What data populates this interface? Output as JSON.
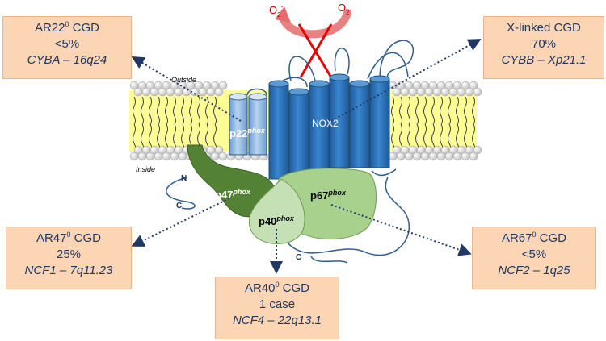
{
  "labels": {
    "outside": "Outside",
    "inside": "Inside",
    "n_term": "N",
    "c_term_p47": "C",
    "c_term_p67": "C",
    "o2_left": "O",
    "o2_left_sub": "2",
    "o2_left_sup": "-",
    "o2_right": "O",
    "o2_right_sub": "2",
    "nox2": "NOX2",
    "p22": "p22",
    "p47": "p47",
    "p40": "p40",
    "p67": "p67",
    "phox": "phox"
  },
  "boxes": {
    "ar22": {
      "name": "AR22",
      "sup": "0",
      "suffix": " CGD",
      "freq": "<5%",
      "gene": "CYBA – 16q24"
    },
    "xlinked": {
      "name": "X-linked CGD",
      "freq": "70%",
      "gene": "CYBB – Xp21.1"
    },
    "ar47": {
      "name": "AR47",
      "sup": "0",
      "suffix": " CGD",
      "freq": "25%",
      "gene": "NCF1 – 7q11.23"
    },
    "ar40": {
      "name": "AR40",
      "sup": "0",
      "suffix": " CGD",
      "freq": "1 case",
      "gene": "NCF4 – 22q13.1"
    },
    "ar67": {
      "name": "AR67",
      "sup": "0",
      "suffix": " CGD",
      "freq": "<5%",
      "gene": "NCF2 – 1q25"
    }
  },
  "colors": {
    "box_fill": "#fcd5b5",
    "box_text": "#1f3864",
    "nox2_blue": "#2e75b6",
    "p22_blue": "#9dc3e6",
    "p47_green": "#548235",
    "p67_green": "#a9d18e",
    "p40_green": "#c5e0b4",
    "membrane_yellow": "#fdfd96",
    "arrow_red": "#e46c6c",
    "cross_red": "#e60000",
    "pointer": "#1f3864"
  }
}
